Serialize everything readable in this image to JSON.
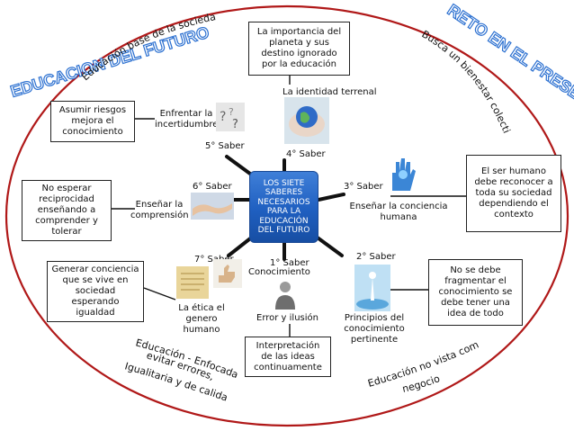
{
  "center": {
    "line1": "LOS SIETE",
    "line2": "SABERES",
    "line3": "NECESARIOS",
    "line4": "PARA LA",
    "line5": "EDUCACIÓN",
    "line6": "DEL FUTURO"
  },
  "arcs": {
    "title_left": "EDUCACION DEL FUTURO",
    "title_right": "RETO EN EL PRESENTE",
    "top_left": "Educación base de la sociedad",
    "top_right": "Busca un bienestar colectivo",
    "bottom_left_1": "Educación - Enfocada a",
    "bottom_left_2": "evitar errores,",
    "bottom_left_3": "Igualitaria y de calidad",
    "bottom_right_1": "Educación no vista como",
    "bottom_right_2": "negocio"
  },
  "saberes": {
    "s1": "1° Saber",
    "s2": "2° Saber",
    "s3": "3° Saber",
    "s4": "4° Saber",
    "s5": "5° Saber",
    "s6": "6° Saber",
    "s7": "7° Saber"
  },
  "topics": {
    "t1a": "Conocimiento",
    "t1b": "Error y ilusión",
    "t2a": "Principios del",
    "t2b": "conocimiento",
    "t2c": "pertinente",
    "t3a": "Enseñar la conciencia",
    "t3b": "humana",
    "t4": "La identidad terrenal",
    "t5a": "Enfrentar la",
    "t5b": "incertidumbre",
    "t6a": "Enseñar la",
    "t6b": "comprensión",
    "t7a": "La ética el",
    "t7b": "genero",
    "t7c": "humano"
  },
  "boxes": {
    "top": "La importancia del planeta y sus destino ignorado por la educación",
    "right_top": "El ser humano debe reconocer a toda su sociedad dependiendo el contexto",
    "right_bottom": "No se debe fragmentar el conocimiento se debe tener una idea de todo",
    "bottom": "Interpretación de las ideas continuamente",
    "left_bottom": "Generar conciencia que se vive en sociedad esperando igualdad",
    "left_mid": "No esperar reciprocidad enseñando a comprender y tolerar",
    "left_top": "Asumir riesgos mejora el conocimiento"
  },
  "colors": {
    "oval": "#b01818",
    "center_blue": "#1f5fc0",
    "spoke": "#111111",
    "title_blue": "#2a6fd0"
  }
}
